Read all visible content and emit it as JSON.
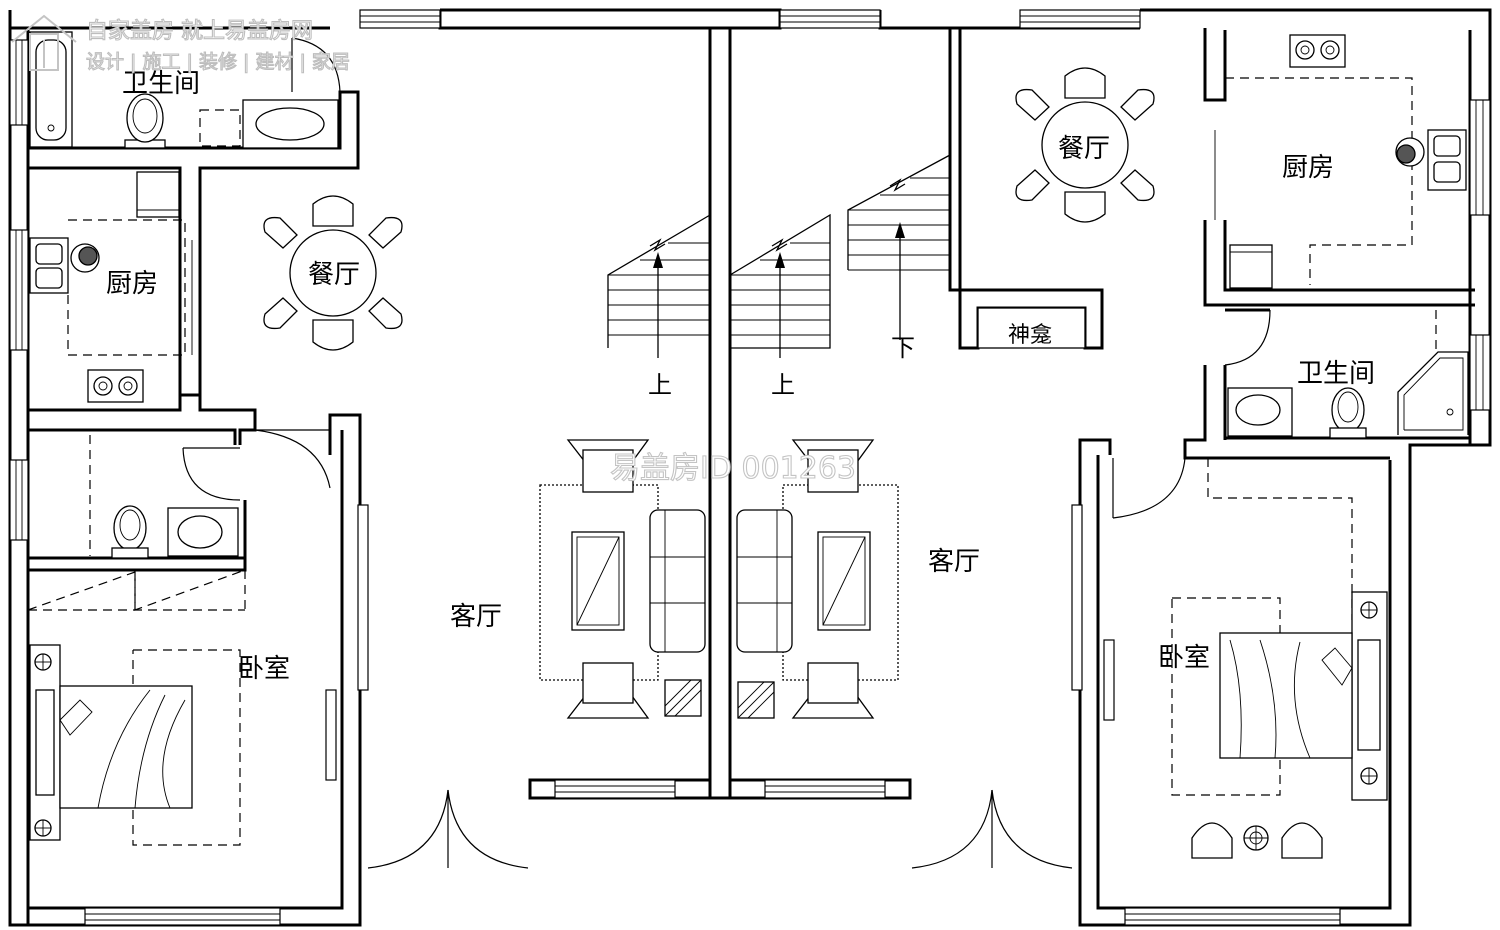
{
  "watermark": {
    "brand_line": "自家盖房 就上易盖房网",
    "services_line": "设计 | 施工 | 装修 | 建材 | 家居",
    "plan_id": "易盖房ID 001263"
  },
  "rooms": {
    "left_bathroom": "卫生间",
    "left_kitchen": "厨房",
    "left_dining": "餐厅",
    "left_bedroom": "卧室",
    "left_living": "客厅",
    "right_dining": "餐厅",
    "right_kitchen": "厨房",
    "right_shrine": "神龛",
    "right_bathroom": "卫生间",
    "right_living": "客厅",
    "right_bedroom": "卧室"
  },
  "stairs": {
    "left_up": "上",
    "middle_up": "上",
    "right_down": "下"
  }
}
